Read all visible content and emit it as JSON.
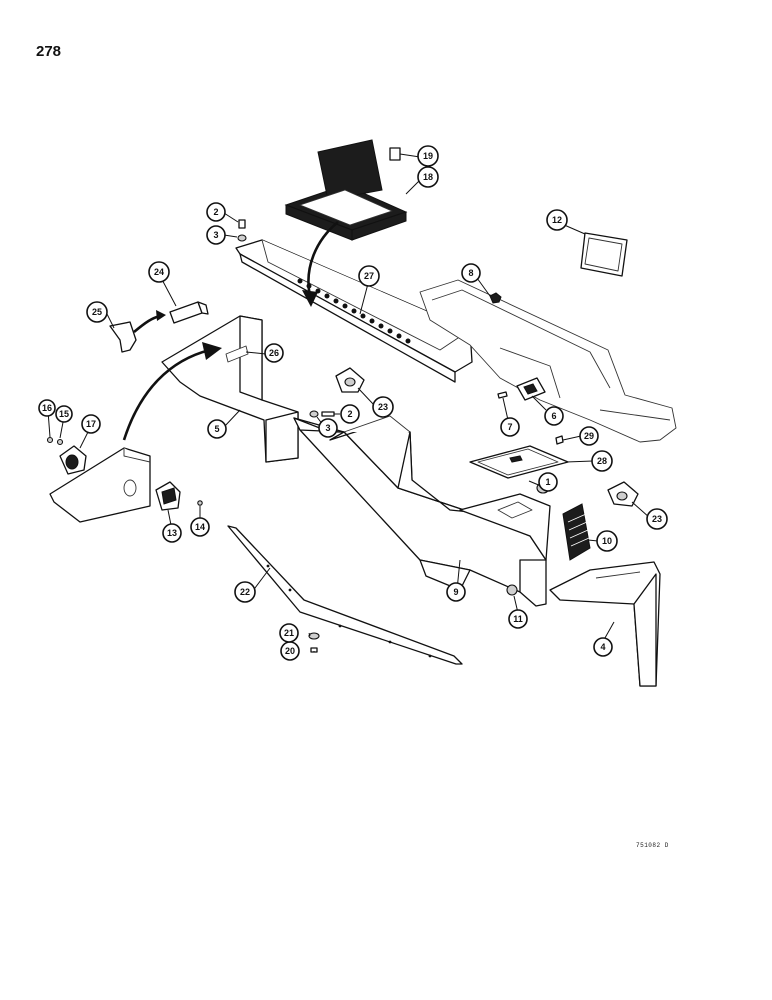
{
  "page_number": "278",
  "figure_code": "751082 D",
  "callouts": [
    {
      "label": "1"
    },
    {
      "label": "2"
    },
    {
      "label": "2"
    },
    {
      "label": "3"
    },
    {
      "label": "3"
    },
    {
      "label": "4"
    },
    {
      "label": "5"
    },
    {
      "label": "6"
    },
    {
      "label": "7"
    },
    {
      "label": "8"
    },
    {
      "label": "9"
    },
    {
      "label": "10"
    },
    {
      "label": "11"
    },
    {
      "label": "12"
    },
    {
      "label": "13"
    },
    {
      "label": "14"
    },
    {
      "label": "15"
    },
    {
      "label": "16"
    },
    {
      "label": "17"
    },
    {
      "label": "18"
    },
    {
      "label": "19"
    },
    {
      "label": "20"
    },
    {
      "label": "21"
    },
    {
      "label": "22"
    },
    {
      "label": "23"
    },
    {
      "label": "23"
    },
    {
      "label": "24"
    },
    {
      "label": "25"
    },
    {
      "label": "26"
    },
    {
      "label": "27"
    },
    {
      "label": "28"
    },
    {
      "label": "29"
    }
  ]
}
